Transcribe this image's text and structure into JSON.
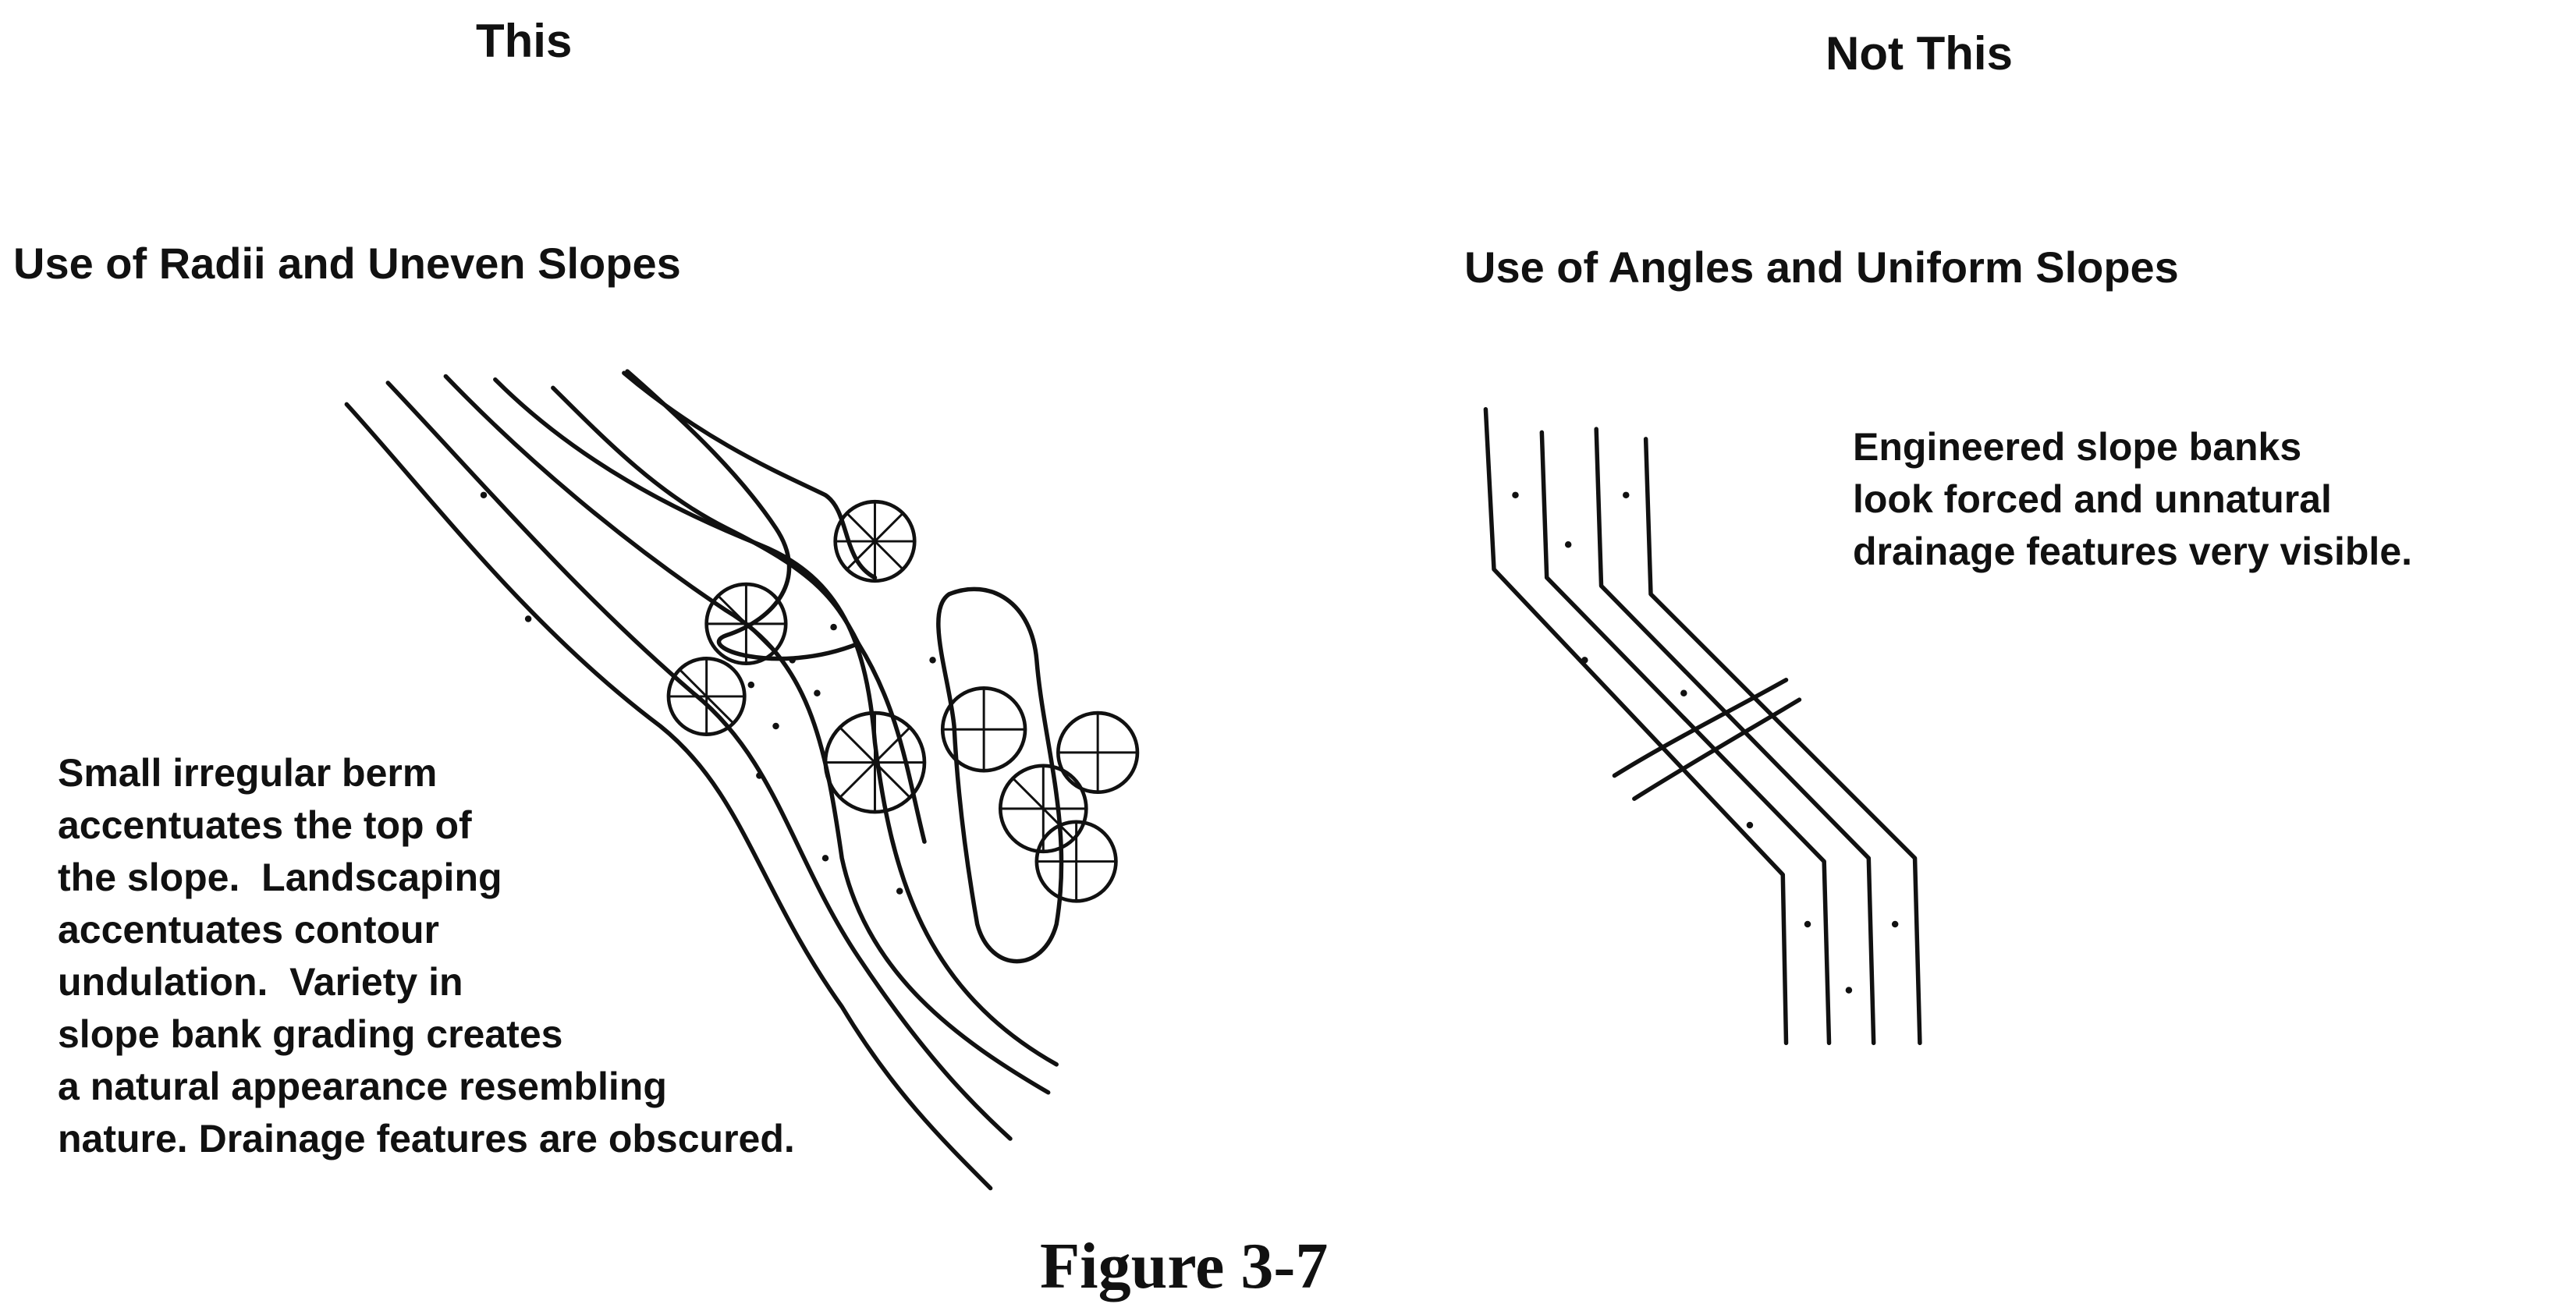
{
  "left": {
    "column_title": "This",
    "heading": "Use of Radii and Uneven Slopes",
    "caption": "Small irregular berm\naccentuates the top of\nthe slope.  Landscaping\naccentuates contour\nundulation.  Variety in\nslope bank grading creates\na natural appearance resembling\nnature. Drainage features are obscured."
  },
  "right": {
    "column_title": "Not This",
    "heading": "Use of Angles and Uniform Slopes",
    "caption": "Engineered slope banks\nlook forced and unnatural\ndrainage features very visible."
  },
  "figure_label": "Figure 3-7",
  "colors": {
    "ink": "#111111",
    "background": "#ffffff"
  }
}
